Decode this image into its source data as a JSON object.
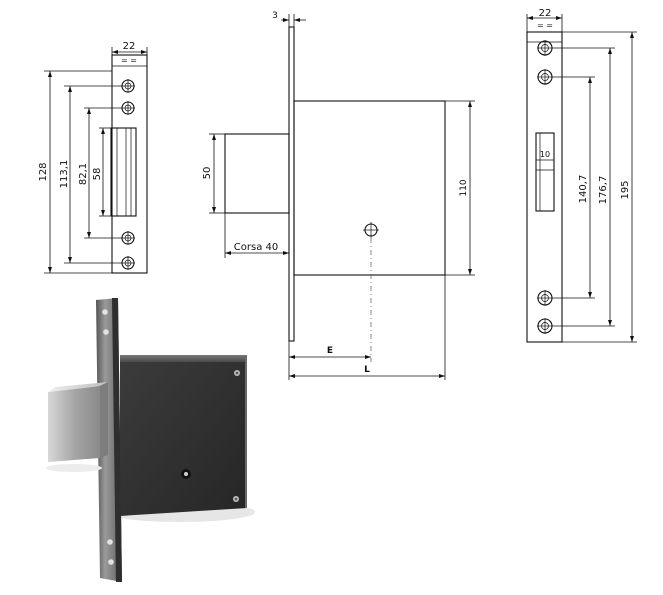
{
  "strike_plate_small": {
    "width": "22",
    "marks": "= =",
    "overall": "128",
    "hole_span": "113,1",
    "inner_span": "82,1",
    "slot_height": "58"
  },
  "lock_body": {
    "faceplate_thickness": "3",
    "bolt_height": "50",
    "body_height": "110",
    "throw": "Corsa 40",
    "backset": "E",
    "length": "L"
  },
  "strike_plate_large": {
    "width": "22",
    "marks": "= =",
    "slot_width": "10",
    "span_inner": "140,7",
    "span_holes": "176,7",
    "overall": "195"
  }
}
